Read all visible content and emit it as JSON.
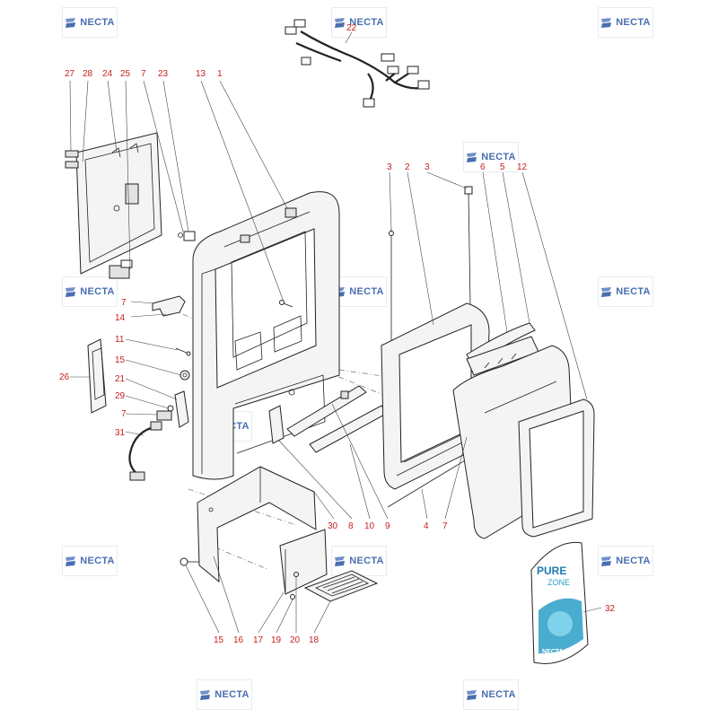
{
  "brand": {
    "watermark_text": "NECTA",
    "watermark_color": "#4a6fb0",
    "callout_color": "#c82020"
  },
  "callouts": [
    {
      "id": "c22",
      "label": "22"
    },
    {
      "id": "c27",
      "label": "27"
    },
    {
      "id": "c28",
      "label": "28"
    },
    {
      "id": "c24",
      "label": "24"
    },
    {
      "id": "c25",
      "label": "25"
    },
    {
      "id": "c7a",
      "label": "7"
    },
    {
      "id": "c23",
      "label": "23"
    },
    {
      "id": "c13",
      "label": "13"
    },
    {
      "id": "c1",
      "label": "1"
    },
    {
      "id": "c3a",
      "label": "3"
    },
    {
      "id": "c2",
      "label": "2"
    },
    {
      "id": "c3b",
      "label": "3"
    },
    {
      "id": "c6",
      "label": "6"
    },
    {
      "id": "c5",
      "label": "5"
    },
    {
      "id": "c12",
      "label": "12"
    },
    {
      "id": "c7b",
      "label": "7"
    },
    {
      "id": "c14",
      "label": "14"
    },
    {
      "id": "c11",
      "label": "11"
    },
    {
      "id": "c26",
      "label": "26"
    },
    {
      "id": "c15a",
      "label": "15"
    },
    {
      "id": "c21",
      "label": "21"
    },
    {
      "id": "c29",
      "label": "29"
    },
    {
      "id": "c7c",
      "label": "7"
    },
    {
      "id": "c31",
      "label": "31"
    },
    {
      "id": "c30",
      "label": "30"
    },
    {
      "id": "c8",
      "label": "8"
    },
    {
      "id": "c10",
      "label": "10"
    },
    {
      "id": "c9",
      "label": "9"
    },
    {
      "id": "c4",
      "label": "4"
    },
    {
      "id": "c7d",
      "label": "7"
    },
    {
      "id": "c32",
      "label": "32"
    },
    {
      "id": "c15b",
      "label": "15"
    },
    {
      "id": "c16",
      "label": "16"
    },
    {
      "id": "c17",
      "label": "17"
    },
    {
      "id": "c19",
      "label": "19"
    },
    {
      "id": "c20",
      "label": "20"
    },
    {
      "id": "c18",
      "label": "18"
    }
  ],
  "sticker": {
    "line1": "PURE",
    "line2": "ZONE",
    "footer": "NECTA"
  }
}
